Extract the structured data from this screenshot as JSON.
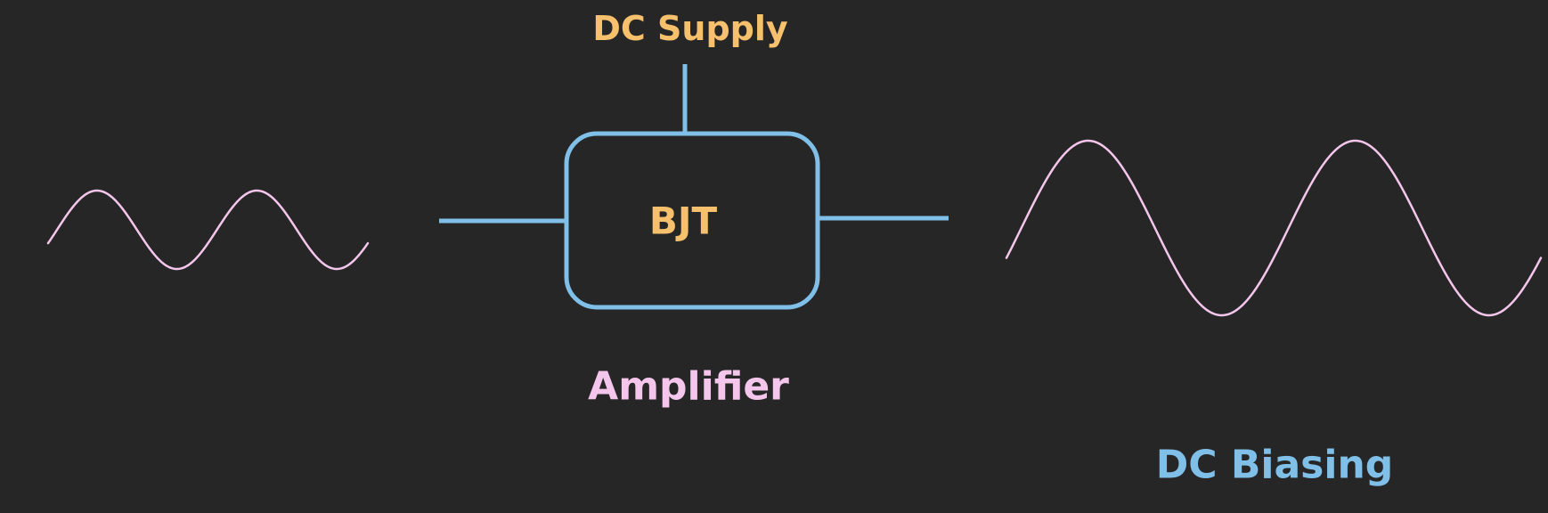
{
  "labels": {
    "dc_supply": "DC Supply",
    "bjt": "BJT",
    "amplifier": "Amplifier",
    "dc_biasing": "DC Biasing"
  },
  "colors": {
    "background": "#262626",
    "wire": "#7fbfe8",
    "wave": "#f5c6ec",
    "supply_text": "#f6c06c",
    "bjt_text": "#f6c06c",
    "amplifier_text": "#f5c6ec",
    "biasing_text": "#7fbfe8"
  },
  "signals": {
    "input_cycles": 2,
    "output_cycles": 2
  }
}
